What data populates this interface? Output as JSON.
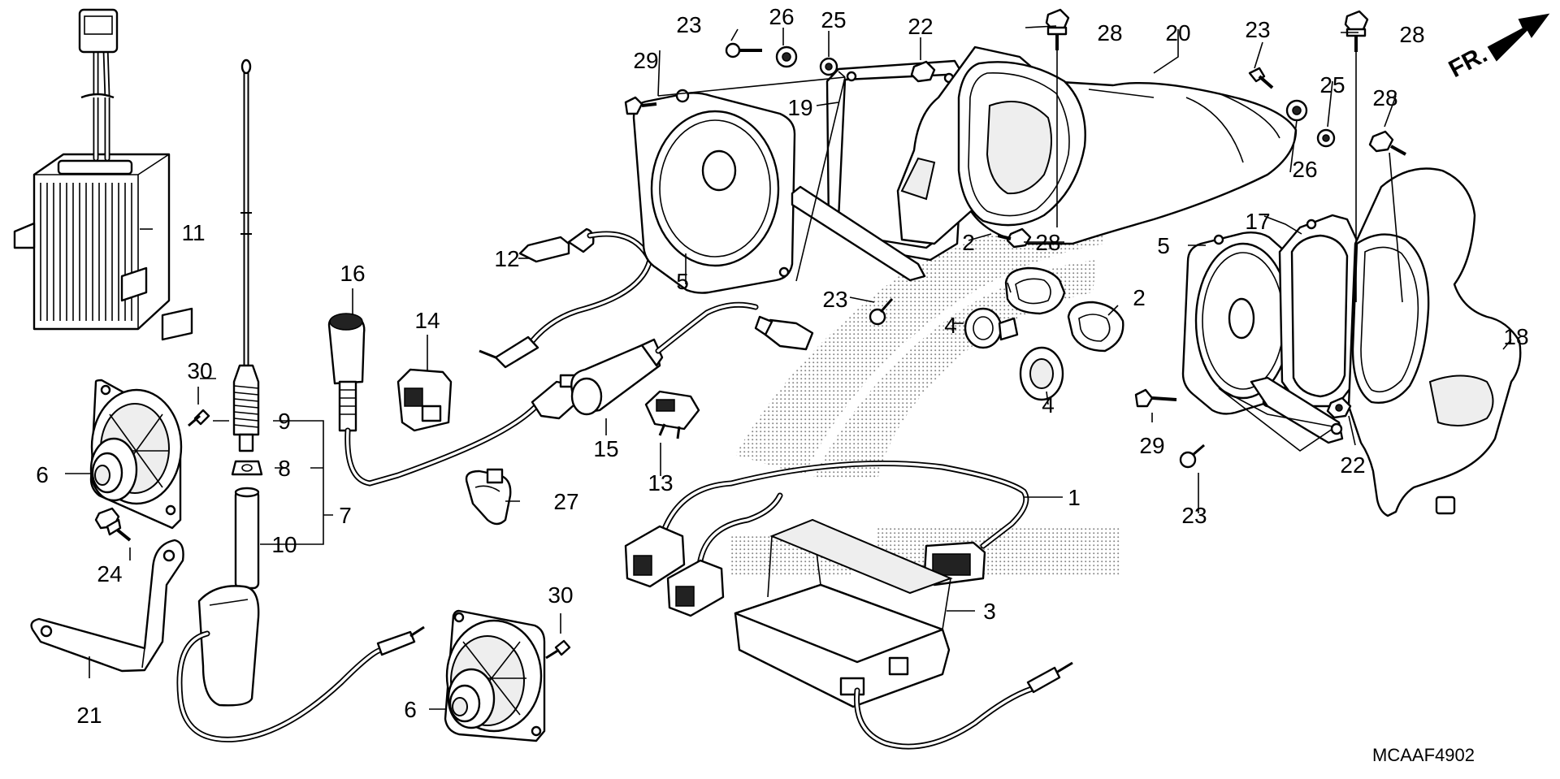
{
  "diagram": {
    "code": "MCAAF4902",
    "direction": "FR.",
    "callouts": [
      "1",
      "2",
      "3",
      "4",
      "5",
      "6",
      "7",
      "8",
      "9",
      "10",
      "11",
      "12",
      "13",
      "14",
      "15",
      "16",
      "17",
      "18",
      "19",
      "20",
      "21",
      "22",
      "23",
      "24",
      "25",
      "26",
      "27",
      "28",
      "29",
      "30"
    ]
  }
}
